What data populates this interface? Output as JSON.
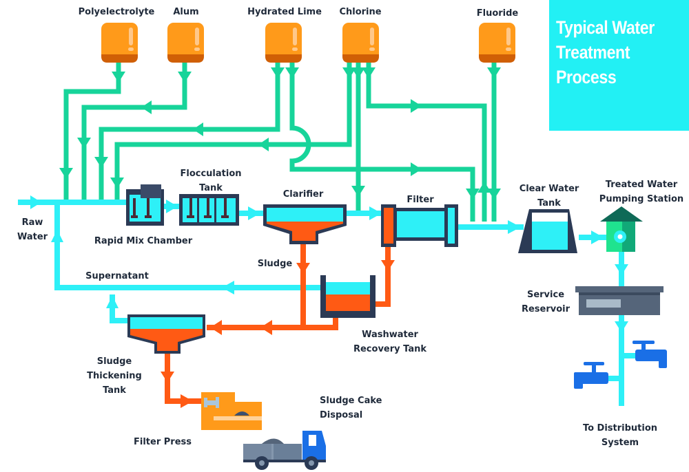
{
  "title": {
    "lines": [
      "Typical Water",
      "Treatment",
      "Process"
    ]
  },
  "colors": {
    "chemical_pipe": "#17d49a",
    "water_pipe": "#2ef0f7",
    "sludge_pipe": "#ff5a14",
    "chemical_tank": "#ff9a1a",
    "outline": "#2b3a55",
    "title_bg": "#22f0f4"
  },
  "chemicals": [
    {
      "id": "polyelectrolyte",
      "label": "Polyelectrolyte"
    },
    {
      "id": "alum",
      "label": "Alum"
    },
    {
      "id": "hydrated-lime",
      "label": "Hydrated Lime"
    },
    {
      "id": "chlorine",
      "label": "Chlorine"
    },
    {
      "id": "fluoride",
      "label": "Fluoride"
    }
  ],
  "stages": {
    "raw_water": {
      "lines": [
        "Raw",
        "Water"
      ]
    },
    "rapid_mix": {
      "lines": [
        "Rapid Mix Chamber"
      ]
    },
    "flocculation": {
      "lines": [
        "Flocculation",
        "Tank"
      ]
    },
    "clarifier": {
      "lines": [
        "Clarifier"
      ]
    },
    "filter": {
      "lines": [
        "Filter"
      ]
    },
    "clear_water_tank": {
      "lines": [
        "Clear Water",
        "Tank"
      ]
    },
    "pumping_station": {
      "lines": [
        "Treated Water",
        "Pumping Station"
      ]
    },
    "service_reservoir": {
      "lines": [
        "Service",
        "Reservoir"
      ]
    },
    "distribution": {
      "lines": [
        "To Distribution",
        "System"
      ]
    },
    "sludge": {
      "lines": [
        "Sludge"
      ]
    },
    "supernatant": {
      "lines": [
        "Supernatant"
      ]
    },
    "washwater_tank": {
      "lines": [
        "Washwater",
        "Recovery Tank"
      ]
    },
    "sludge_thickening": {
      "lines": [
        "Sludge",
        "Thickening",
        "Tank"
      ]
    },
    "filter_press": {
      "lines": [
        "Filter Press"
      ]
    },
    "sludge_cake": {
      "lines": [
        "Sludge Cake",
        "Disposal"
      ]
    }
  }
}
